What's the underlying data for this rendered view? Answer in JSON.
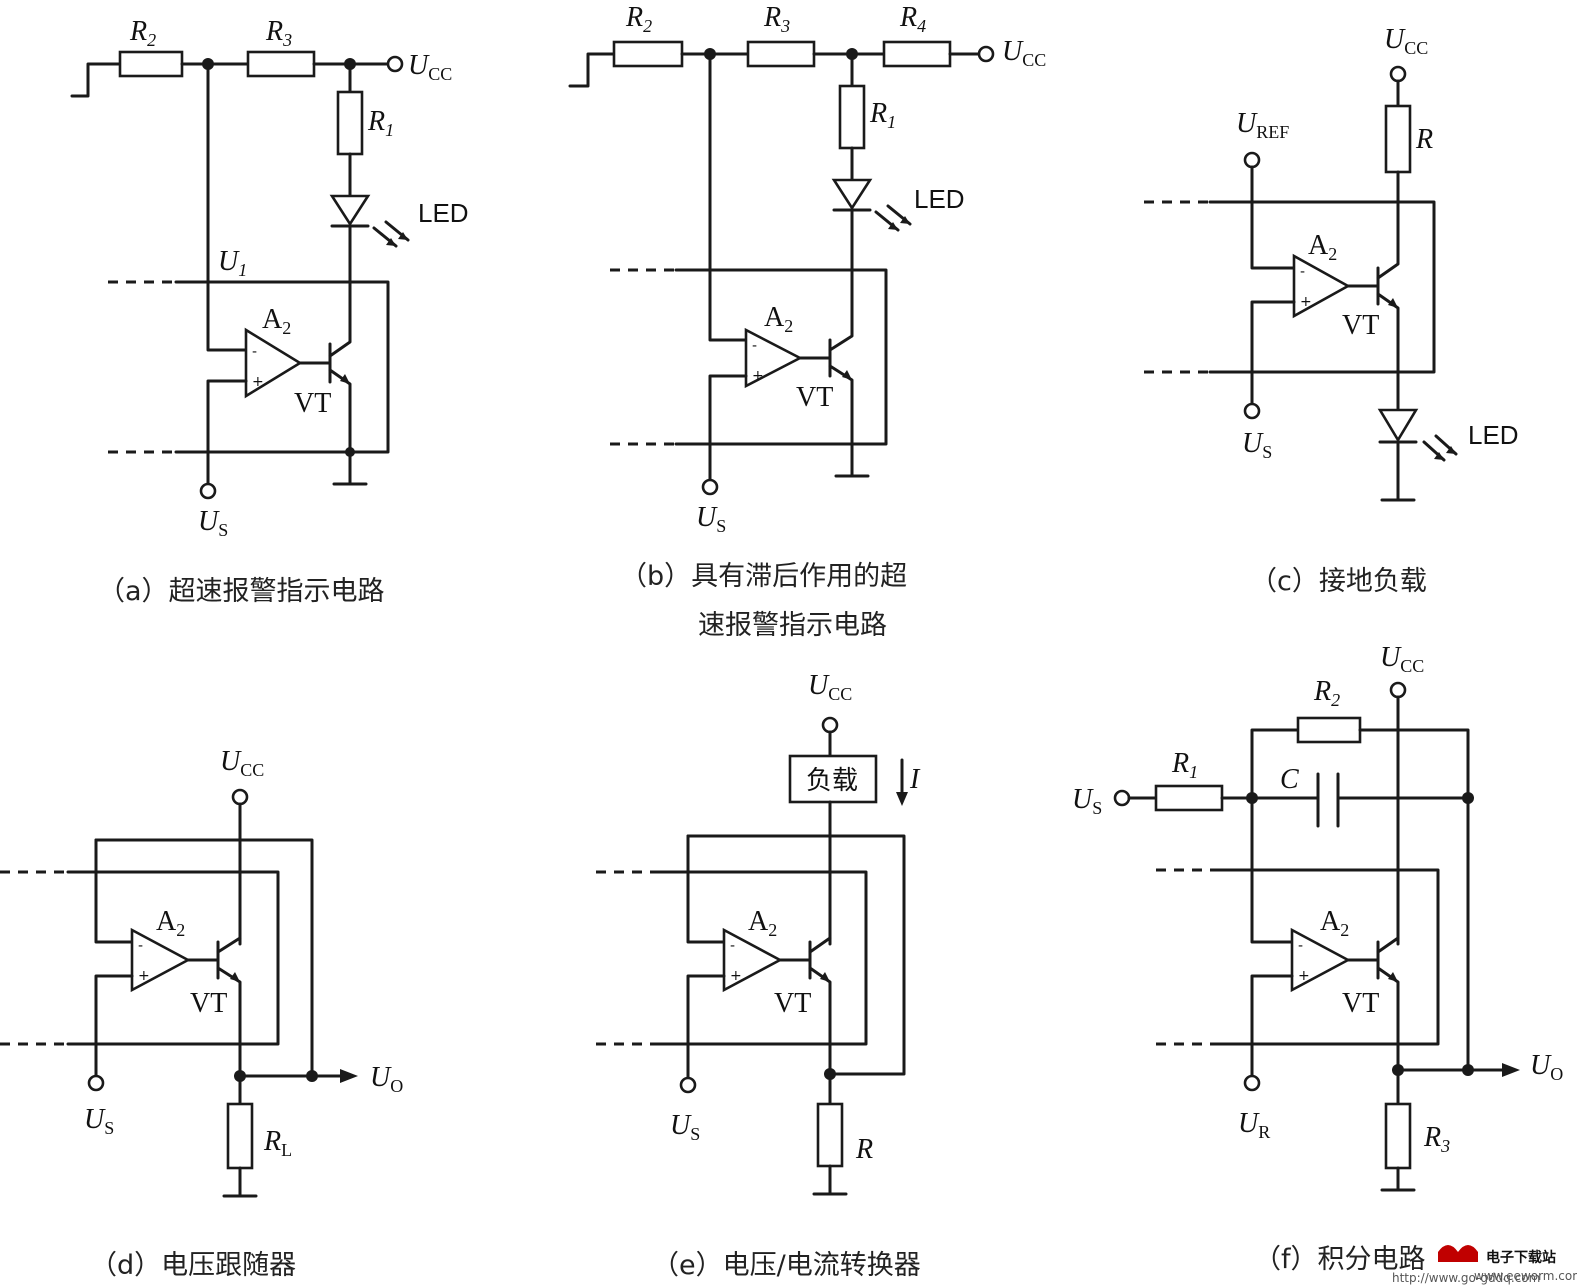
{
  "labels": {
    "ucc": "U",
    "ucc_sub": "CC",
    "us": "U",
    "us_sub": "S",
    "u1": "U",
    "u1_sub": "1",
    "uref": "U",
    "uref_sub": "REF",
    "uo": "U",
    "uo_sub": "O",
    "ur": "U",
    "ur_sub": "R",
    "r": "R",
    "r1_sub": "1",
    "r2_sub": "2",
    "r3_sub": "3",
    "r4_sub": "4",
    "rl_sub": "L",
    "c": "C",
    "i": "I",
    "led": "LED",
    "a2": "A",
    "a2_sub": "2",
    "vt": "VT",
    "minus": "-",
    "plus": "+",
    "load": "负载"
  },
  "captions": {
    "a": "（a）超速报警指示电路",
    "b_line1": "（b）具有滞后作用的超",
    "b_line2": "速报警指示电路",
    "c": "（c）接地负载",
    "d": "（d）电压跟随器",
    "e": "（e）电压/电流转换器",
    "f": "（f）积分电路"
  },
  "watermark": {
    "logo": "电子下载站",
    "url": "www.eeworm.com",
    "sub": "http://www.go-gddq.com"
  }
}
